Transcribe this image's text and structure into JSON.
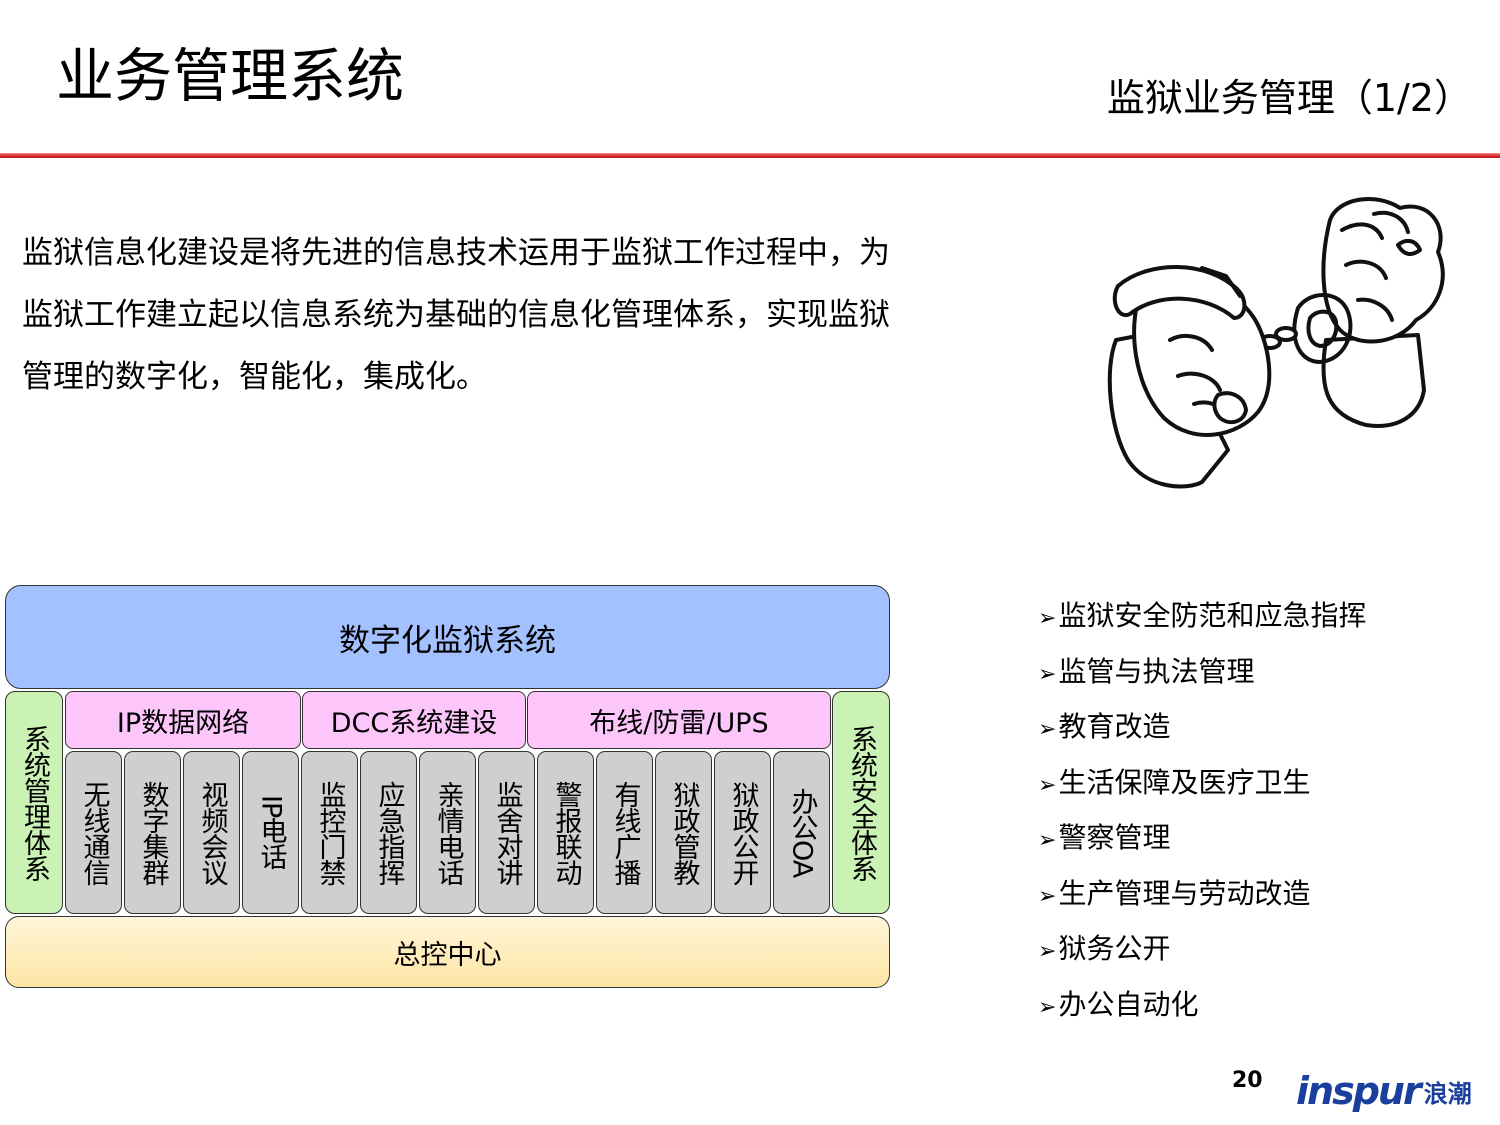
{
  "header": {
    "title": "业务管理系统",
    "subtitle": "监狱业务管理（1/2）"
  },
  "intro": {
    "lines": [
      "监狱信息化建设是将先进的信息技术运用于监狱工作过程中，为",
      "监狱工作建立起以信息系统为基础的信息化管理体系，实现监狱",
      "管理的数字化，智能化，集成化。"
    ]
  },
  "diagram": {
    "top": "数字化监狱系统",
    "left_side": "系统管理体系",
    "right_side": "系统安全体系",
    "middle_bars": [
      "IP数据网络",
      "DCC系统建设",
      "布线/防雷/UPS"
    ],
    "modules": [
      "无线通信",
      "数字集群",
      "视频会议",
      "IP电话",
      "监控门禁",
      "应急指挥",
      "亲情电话",
      "监舍对讲",
      "警报联动",
      "有线广播",
      "狱政管教",
      "狱政公开",
      "办公OA"
    ],
    "bottom": "总控中心",
    "colors": {
      "top": "#a4c1ff",
      "side": "#c9f2b4",
      "bars": "#fcc6fb",
      "modules": "#cfcfcf",
      "bottom": "#fde5a3"
    }
  },
  "bullets": {
    "marker": "➢",
    "items": [
      "监狱安全防范和应急指挥",
      "监管与执法管理",
      "教育改造",
      "生活保障及医疗卫生",
      "警察管理",
      "生产管理与劳动改造",
      "狱务公开",
      "办公自动化"
    ]
  },
  "footer": {
    "page_number": "20",
    "logo_en": "inspur",
    "logo_cn": "浪潮"
  },
  "accent_color": "#d8262c"
}
